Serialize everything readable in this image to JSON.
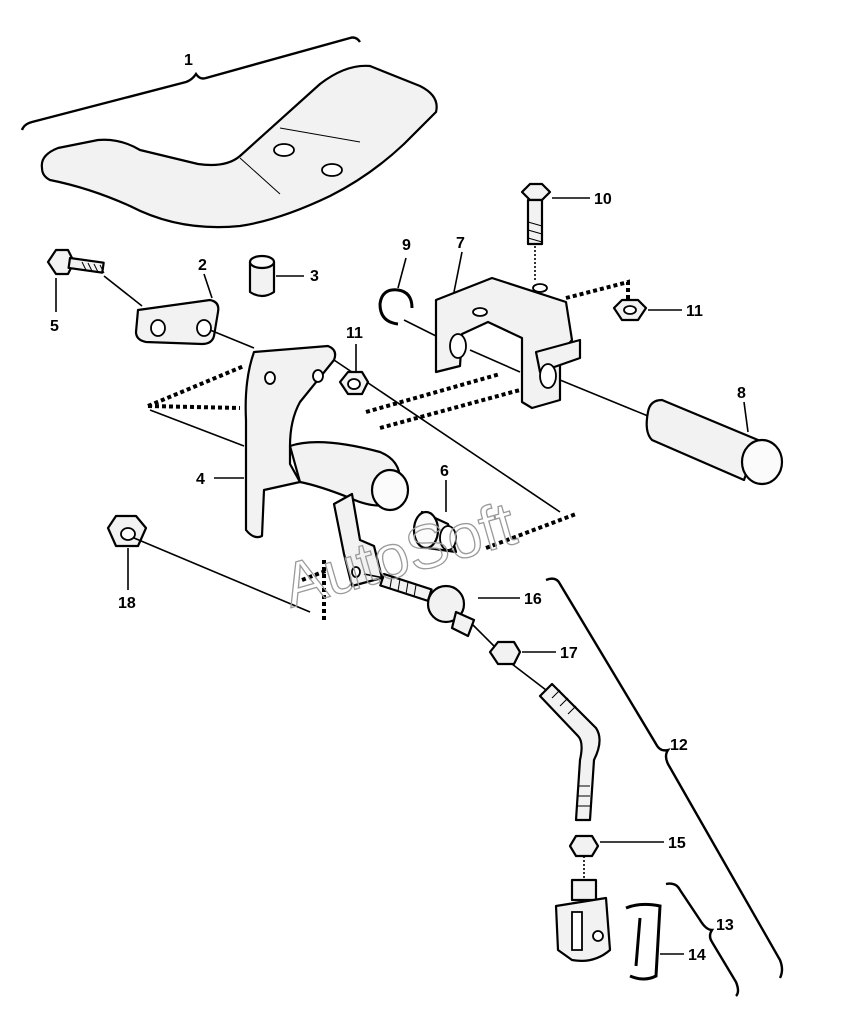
{
  "watermark": "AutoSoft",
  "callouts": [
    {
      "id": "1",
      "label": "1"
    },
    {
      "id": "2",
      "label": "2"
    },
    {
      "id": "3",
      "label": "3"
    },
    {
      "id": "4",
      "label": "4"
    },
    {
      "id": "5",
      "label": "5"
    },
    {
      "id": "6",
      "label": "6"
    },
    {
      "id": "7",
      "label": "7"
    },
    {
      "id": "8",
      "label": "8"
    },
    {
      "id": "9",
      "label": "9"
    },
    {
      "id": "10",
      "label": "10"
    },
    {
      "id": "11a",
      "label": "11"
    },
    {
      "id": "11b",
      "label": "11"
    },
    {
      "id": "12",
      "label": "12"
    },
    {
      "id": "13",
      "label": "13"
    },
    {
      "id": "14",
      "label": "14"
    },
    {
      "id": "15",
      "label": "15"
    },
    {
      "id": "16",
      "label": "16"
    },
    {
      "id": "17",
      "label": "17"
    },
    {
      "id": "18",
      "label": "18"
    }
  ]
}
